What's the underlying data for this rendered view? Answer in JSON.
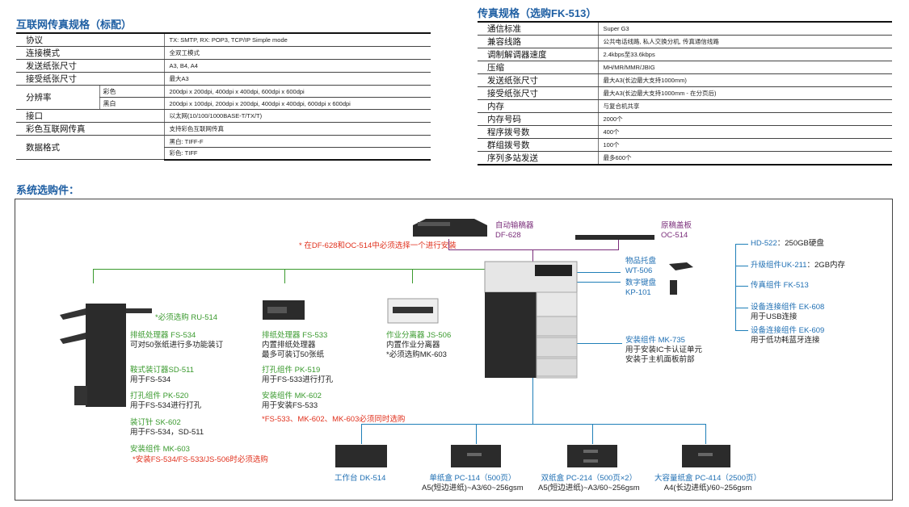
{
  "left_section": {
    "title": "互联网传真规格（标配）",
    "rows": [
      {
        "label": "协议",
        "value": "TX: SMTP, RX: POP3, TCP/IP Simple mode"
      },
      {
        "label": "连接模式",
        "value": "全双工模式"
      },
      {
        "label": "发送纸张尺寸",
        "value": "A3, B4, A4"
      },
      {
        "label": "接受纸张尺寸",
        "value": "最大A3"
      },
      {
        "label": "分辨率",
        "sub1": "彩色",
        "value1": "200dpi x 200dpi, 400dpi x 400dpi, 600dpi x 600dpi",
        "sub2": "黑白",
        "value2": "200dpi x 100dpi, 200dpi x 200dpi, 400dpi x 400dpi, 600dpi x 600dpi"
      },
      {
        "label": "接口",
        "value": "以太网(10/100/1000BASE-T/TX/T)"
      },
      {
        "label": "彩色互联网传真",
        "value": "支持彩色互联网传真"
      },
      {
        "label": "数据格式",
        "value1": "黑白: TIFF-F",
        "value2": "彩色: TIFF"
      }
    ]
  },
  "right_section": {
    "title": "传真规格（选购FK-513）",
    "rows": [
      {
        "label": "通信标准",
        "value": "Super G3"
      },
      {
        "label": "兼容线路",
        "value": "公共电话线路, 私人交换分机, 传真通信线路"
      },
      {
        "label": "调制解调器速度",
        "value": "2.4kbps至33.6kbps"
      },
      {
        "label": "压缩",
        "value": "MH/MR/MMR/JBIG"
      },
      {
        "label": "发送纸张尺寸",
        "value": "最大A3(长边最大支持1000mm)"
      },
      {
        "label": "接受纸张尺寸",
        "value": "最大A3(长边最大支持1000mm - 在分页后)"
      },
      {
        "label": "内存",
        "value": "与复合机共享"
      },
      {
        "label": "内存号码",
        "value": "2000个"
      },
      {
        "label": "程序拨号数",
        "value": "400个"
      },
      {
        "label": "群组拨号数",
        "value": "100个"
      },
      {
        "label": "序列多站发送",
        "value": "最多600个"
      }
    ]
  },
  "options": {
    "title": "系统选购件：",
    "top": {
      "adf_name": "自动输稿器",
      "adf_model": "DF-628",
      "cover_name": "原稿盖板",
      "cover_model": "OC-514",
      "note": "* 在DF-628和OC-514中必须选择一个进行安装"
    },
    "side": {
      "wt_name": "物品托盘",
      "wt_model": "WT-506",
      "kp_name": "数字键盘",
      "kp_model": "KP-101",
      "mk735_name": "安装组件 MK-735",
      "mk735_desc1": "用于安装IC卡认证单元",
      "mk735_desc2": "安装于主机面板前部"
    },
    "right_list": [
      {
        "name": "HD-522",
        "desc": "：250GB硬盘"
      },
      {
        "name": "升级组件UK-211",
        "desc": "：2GB内存"
      },
      {
        "name": "传真组件 FK-513",
        "desc": ""
      },
      {
        "name": "设备连接组件 EK-608",
        "desc": "用于USB连接"
      },
      {
        "name": "设备连接组件 EK-609",
        "desc": "用于低功耗蓝牙连接"
      }
    ],
    "finisher_col": {
      "ru_note": "*必须选购 RU-514",
      "fs534_name": "排纸处理器 FS-534",
      "fs534_desc": "可对50张纸进行多功能装订",
      "sd511_name": "鞍式装订器SD-511",
      "sd511_desc": "用于FS-534",
      "pk520_name": "打孔组件 PK-520",
      "pk520_desc": "用于FS-534进行打孔",
      "sk602_name": "装订针 SK-602",
      "sk602_desc": "用于FS-534，SD-511",
      "mk603_name": "安装组件 MK-603",
      "mk603_note": "*安装FS-534/FS-533/JS-506时必须选购"
    },
    "inner_col": {
      "fs533_name": "排纸处理器 FS-533",
      "fs533_desc1": "内置排纸处理器",
      "fs533_desc2": "最多可装订50张纸",
      "pk519_name": "打孔组件 PK-519",
      "pk519_desc": "用于FS-533进行打孔",
      "mk602_name": "安装组件 MK-602",
      "mk602_desc": "用于安装FS-533",
      "note": "*FS-533、MK-602、MK-603必须同时选购"
    },
    "js_col": {
      "js506_name": "作业分离器 JS-506",
      "js506_desc1": "内置作业分离器",
      "js506_desc2": "*必须选购MK-603"
    },
    "bottom": [
      {
        "name": "工作台 DK-514",
        "desc": ""
      },
      {
        "name": "单纸盒 PC-114（500页）",
        "desc": "A5(短边进纸)~A3/60~256gsm"
      },
      {
        "name": "双纸盒 PC-214（500页×2）",
        "desc": "A5(短边进纸)~A3/60~256gsm"
      },
      {
        "name": "大容量纸盒 PC-414（2500页）",
        "desc": "A4(长边进纸)/60~256gsm"
      }
    ]
  }
}
